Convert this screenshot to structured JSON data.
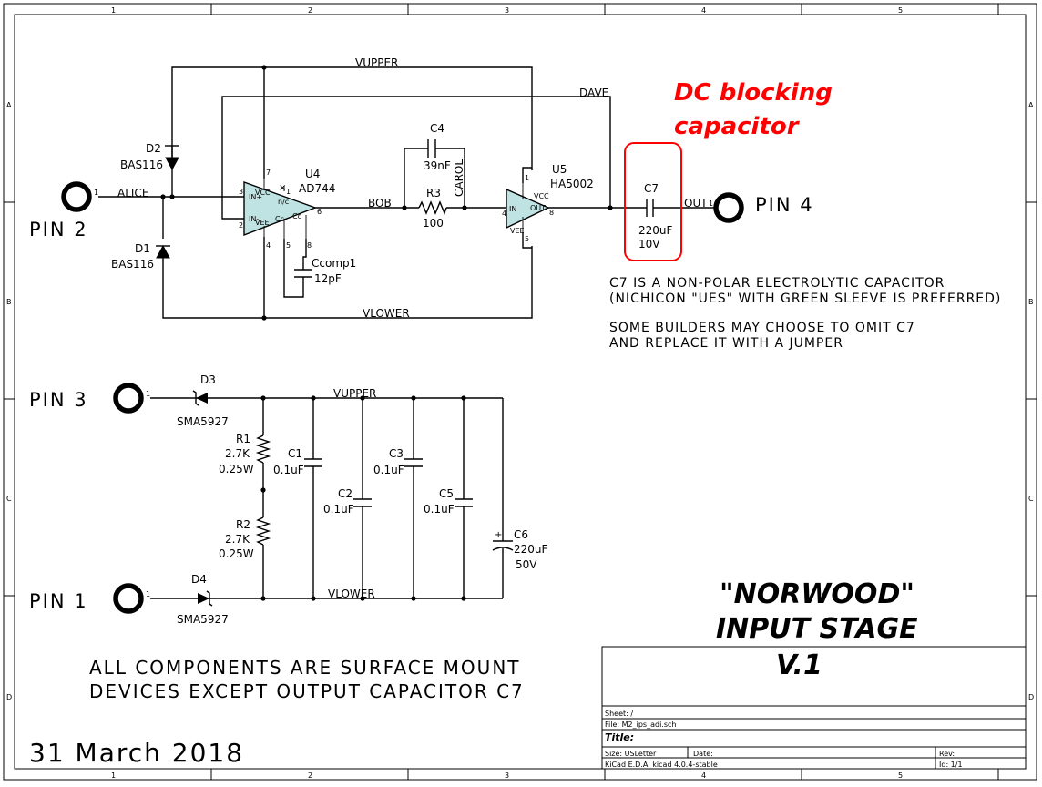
{
  "frame": {
    "columns": [
      "1",
      "2",
      "3",
      "4",
      "5"
    ],
    "rows": [
      "A",
      "B",
      "C",
      "D"
    ]
  },
  "nets": {
    "vupper_top": "VUPPER",
    "dave": "DAVE",
    "alice": "ALICE",
    "bob": "BOB",
    "carol": "CAROL",
    "out": "OUT",
    "vlower_top": "VLOWER",
    "vupper_bottom": "VUPPER",
    "vlower_bottom": "VLOWER"
  },
  "connectors": {
    "pin2": "PIN 2",
    "pin4": "PIN 4",
    "pin3": "PIN 3",
    "pin1": "PIN 1",
    "pin_number": "1"
  },
  "components": {
    "d2": {
      "ref": "D2",
      "value": "BAS116"
    },
    "d1": {
      "ref": "D1",
      "value": "BAS116"
    },
    "u4": {
      "ref": "U4",
      "value": "AD744",
      "pins": {
        "vcc": "VCC",
        "in_plus": "IN+",
        "in_minus": "IN-",
        "vee": "VEE",
        "nc": "n/c",
        "cc1": "Cc",
        "cc2": "Cc",
        "p7": "7",
        "p3": "3",
        "p2": "2",
        "p4": "4",
        "p6": "6",
        "p5": "5",
        "p8": "8",
        "p1": "1"
      }
    },
    "ccomp1": {
      "ref": "Ccomp1",
      "value": "12pF"
    },
    "c4": {
      "ref": "C4",
      "value": "39nF"
    },
    "r3": {
      "ref": "R3",
      "value": "100"
    },
    "u5": {
      "ref": "U5",
      "value": "HA5002",
      "pins": {
        "vcc": "VCC",
        "in": "IN",
        "out": "OUT",
        "vee": "VEE",
        "p4": "4",
        "p8": "8",
        "p1": "1",
        "p5": "5"
      }
    },
    "c7": {
      "ref": "C7",
      "value": "220uF",
      "voltage": "10V"
    },
    "d3": {
      "ref": "D3",
      "value": "SMA5927"
    },
    "d4": {
      "ref": "D4",
      "value": "SMA5927"
    },
    "r1": {
      "ref": "R1",
      "value": "2.7K",
      "power": "0.25W"
    },
    "r2": {
      "ref": "R2",
      "value": "2.7K",
      "power": "0.25W"
    },
    "c1": {
      "ref": "C1",
      "value": "0.1uF"
    },
    "c2": {
      "ref": "C2",
      "value": "0.1uF"
    },
    "c3": {
      "ref": "C3",
      "value": "0.1uF"
    },
    "c5": {
      "ref": "C5",
      "value": "0.1uF"
    },
    "c6": {
      "ref": "C6",
      "value": "220uF",
      "voltage": "50V",
      "polarity": "+"
    }
  },
  "annotation": {
    "line1": "DC blocking",
    "line2": "capacitor",
    "color": "#ff0000"
  },
  "notes": {
    "c7_line1": "C7 IS A NON-POLAR ELECTROLYTIC CAPACITOR",
    "c7_line2": "(NICHICON \"UES\" WITH GREEN SLEEVE IS PREFERRED)",
    "c7_line3": "SOME BUILDERS MAY CHOOSE TO OMIT C7",
    "c7_line4": "AND REPLACE IT WITH A JUMPER",
    "smd_line1": "ALL COMPONENTS ARE SURFACE MOUNT",
    "smd_line2": "DEVICES EXCEPT OUTPUT CAPACITOR C7",
    "date": "31 March 2018"
  },
  "title": {
    "line1": "\"NORWOOD\"",
    "line2": "INPUT STAGE",
    "line3": "V.1"
  },
  "title_block": {
    "sheet": "Sheet: /",
    "file": "File: M2_ips_adi.sch",
    "title_label": "Title:",
    "size": "Size: USLetter",
    "date_label": "Date:",
    "rev_label": "Rev:",
    "kicad": "KiCad E.D.A.  kicad 4.0.4-stable",
    "id": "Id: 1/1"
  }
}
